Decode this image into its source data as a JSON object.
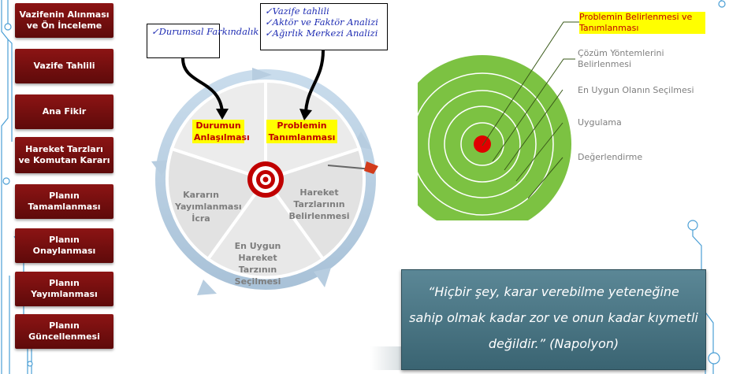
{
  "steps": [
    "Vazifenin Alınması ve Ön İnceleme",
    "Vazife Tahlili",
    "Ana Fikir",
    "Hareket Tarzları ve Komutan Kararı",
    "Planın Tamamlanması",
    "Planın Onaylanması",
    "Planın Yayımlanması",
    "Planın Güncellenmesi"
  ],
  "cycle": {
    "durumun": "Durumun Anlaşılması",
    "problemin": "Problemin Tanımlanması",
    "hareket_belirlenmesi": "Hareket Tarzlarının Belirlenmesi",
    "en_uygun": "En Uygun Hareket Tarzının Seçilmesi",
    "karar": "Kararın Yayımlanması İcra"
  },
  "callouts": {
    "durumsal": "Durumsal Farkındalık",
    "analysis": [
      "Vazife tahlili",
      "Aktör ve Faktör Analizi",
      "Ağırlık Merkezi Analizi"
    ]
  },
  "target_labels": [
    "Problemin Belirlenmesi ve Tanımlanması",
    "Çözüm Yöntemlerini Belirlenmesi",
    "En Uygun Olanın Seçilmesi",
    "Uygulama",
    "Değerlendirme"
  ],
  "quote": {
    "line1": "“Hiçbir şey, karar verebilme yeteneğine",
    "line2": "sahip olmak kadar zor ve onun kadar kıymetli",
    "line3": "değildir.”  (Napolyon)"
  },
  "colors": {
    "step_bg": "#7a1010",
    "highlight": "#ffff00",
    "highlight_text": "#c00000",
    "target_green": "#7cc242",
    "bullseye": "#e00000",
    "quote_bg": "#4a7684",
    "circuit": "#4b9fd5"
  },
  "icons": [
    "check-icon",
    "target-icon",
    "dart-icon",
    "cycle-arrow-icon"
  ]
}
